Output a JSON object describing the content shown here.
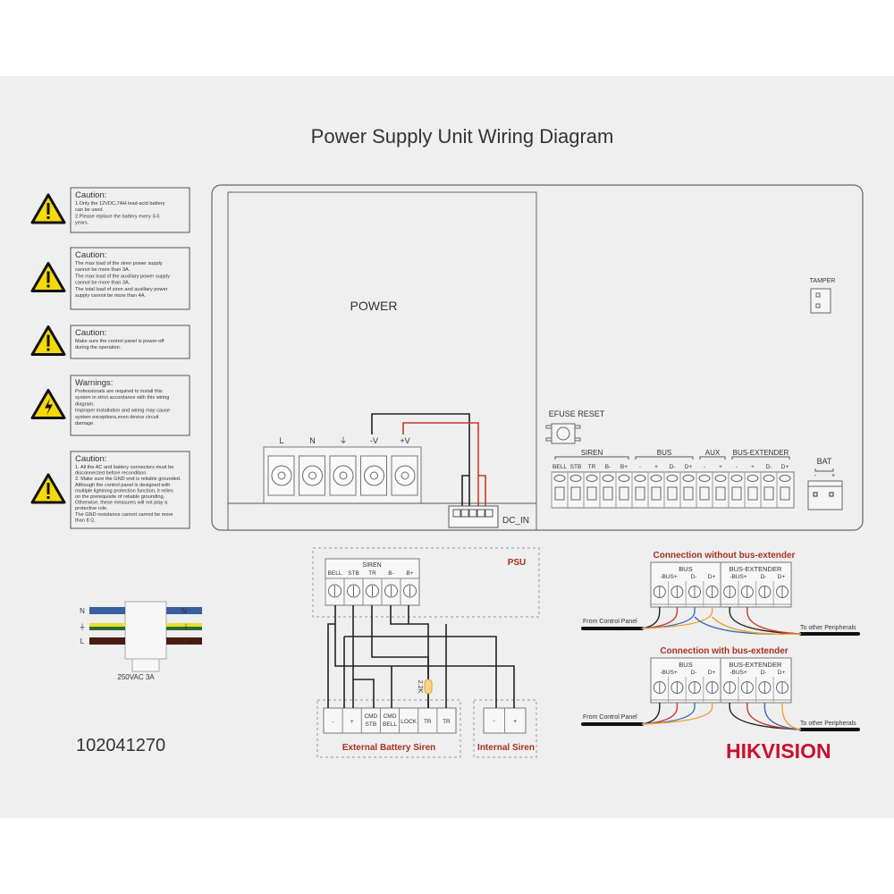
{
  "title": "Power Supply Unit Wiring Diagram",
  "colors": {
    "paper": "#efefef",
    "accent": "#a9301f",
    "warning_yellow": "#f5d90a",
    "wire_red": "#c8392b",
    "wire_orange": "#f0a030",
    "wire_blue": "#3a6fb5",
    "wire_black": "#222222",
    "logo_red": "#c8102e"
  },
  "notices": [
    {
      "icon": "warning-exclamation-icon",
      "heading": "Caution:",
      "lines": [
        "1.Only the 12VDC,7AH lead-acid battery",
        "can be used.",
        "2.Please replace the battery every 3-5",
        "years."
      ]
    },
    {
      "icon": "warning-exclamation-icon",
      "heading": "Caution:",
      "lines": [
        "The max load of the siren power supply",
        "cannot be more than 3A.",
        "The max load of the auxiliary power supply",
        "cannot be more than 3A.",
        "The total load of siren and auxiliary power",
        "supply cannot be more than 4A."
      ]
    },
    {
      "icon": "warning-exclamation-icon",
      "heading": "Caution:",
      "lines": [
        "Make sure the control panel is power-off",
        "during the operation."
      ]
    },
    {
      "icon": "high-voltage-icon",
      "heading": "Warnings:",
      "lines": [
        "Professionals are required to install this",
        "system in strict accordance with this wiring",
        "diagram.",
        "Improper installation and wiring may cause",
        "system exceptions,even device circuit",
        "damage."
      ]
    },
    {
      "icon": "warning-exclamation-icon",
      "heading": "Caution:",
      "lines": [
        "1. All the AC and battery connectors must be",
        "   disconnected  before recondition.",
        "2. Make sure the GND end is reliable grounded.",
        "   Although the control  panel is designed with",
        "   multiple lightning protection function, it relies",
        "   on the prerequisite of reliable grounding.",
        "   Otherwise, these measures will not play a",
        "   protective role.",
        "   The GND resistance cannot cannot be more",
        "   than 8 Ω."
      ]
    }
  ],
  "board": {
    "power_label": "POWER",
    "power_terminals": [
      "L",
      "N",
      "⏚",
      "-V",
      "+V"
    ],
    "dc_in": "DC_IN",
    "efuse": "EFUSE RESET",
    "tamper": "TAMPER",
    "bat": {
      "label": "BAT",
      "pins": [
        "-",
        "+"
      ]
    },
    "groups": [
      {
        "label": "SIREN",
        "pins": [
          "BELL",
          "STB",
          "TR",
          "B-",
          "B+"
        ]
      },
      {
        "label": "BUS",
        "pins": [
          "-",
          "+",
          "D-",
          "D+"
        ]
      },
      {
        "label": "AUX",
        "pins": [
          "-",
          "+"
        ]
      },
      {
        "label": "BUS-EXTENDER",
        "pins": [
          "-",
          "+",
          "D-",
          "D+"
        ]
      }
    ]
  },
  "ac_plug": {
    "left": [
      "N",
      "⏚",
      "L"
    ],
    "right": [
      "N",
      "⏚",
      "L"
    ],
    "rating": "250VAC  3A"
  },
  "part_number": "102041270",
  "psu_diagram": {
    "psu_label": "PSU",
    "siren_label": "SIREN",
    "siren_pins": [
      "BELL",
      "STB",
      "TR",
      "B-",
      "B+"
    ],
    "resistor": "2.2K",
    "external": {
      "label": "External Battery Siren",
      "pins": [
        "-",
        "+",
        "CMD|STB",
        "CMD|BELL",
        "LOCK",
        "TR",
        "TR"
      ]
    },
    "internal": {
      "label": "Internal Siren",
      "pins": [
        "-",
        "+"
      ]
    }
  },
  "bus_diagrams": [
    {
      "title": "Connection without bus-extender",
      "bus": "BUS",
      "ext": "BUS-EXTENDER",
      "pins": [
        "-BUS+",
        "D-",
        "D+",
        "-BUS+",
        "D-",
        "D+"
      ],
      "from": "From Control Panel",
      "to": "To other Peripherals"
    },
    {
      "title": "Connection with bus-extender",
      "bus": "BUS",
      "ext": "BUS-EXTENDER",
      "pins": [
        "-BUS+",
        "D-",
        "D+",
        "-BUS+",
        "D-",
        "D+"
      ],
      "from": "From Control Panel",
      "to": "To other Peripherals"
    }
  ],
  "logo": "HIKVISION"
}
